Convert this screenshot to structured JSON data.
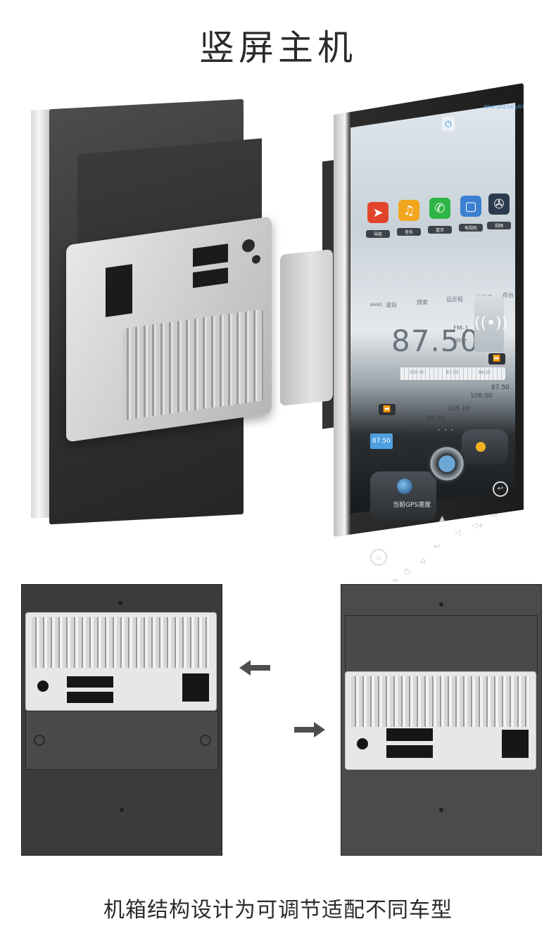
{
  "title": "竖屏主机",
  "caption": "机箱结构设计为可调节适配不同车型",
  "screen": {
    "status": "Wed 2017/01/01",
    "apps": [
      {
        "label": "导航",
        "icon": "navigation-arrow-icon",
        "color": "#e0452b"
      },
      {
        "label": "音乐",
        "icon": "music-note-icon",
        "color": "#f1a61e"
      },
      {
        "label": "蓝牙",
        "icon": "phone-icon",
        "color": "#2fb446"
      },
      {
        "label": "电视机",
        "icon": "tv-icon",
        "color": "#3b7fd0"
      },
      {
        "label": "视频",
        "icon": "film-reel-icon",
        "color": "#2b3b4f"
      }
    ],
    "radio_bar": {
      "band": "BAND",
      "band_label": "波段",
      "search": "搜索",
      "remote": "远近程",
      "stereo": "立体声",
      "store": "存台"
    },
    "frequency": "87.50",
    "band_name": "FM-1",
    "unit": "MHz",
    "dial_marks": [
      "105.00",
      "87.50",
      "88.20"
    ],
    "presets": [
      "87.50",
      "90.10",
      "98.10",
      "106.10",
      "108.00",
      "87.50"
    ],
    "gps_label": "当前GPS速度",
    "mic_label": "MIC",
    "rst_label": "RST"
  },
  "colors": {
    "accent_blue": "#4e9fe0",
    "dark_panel": "#3b3b3b",
    "aluminum": "#e7e7e7"
  }
}
